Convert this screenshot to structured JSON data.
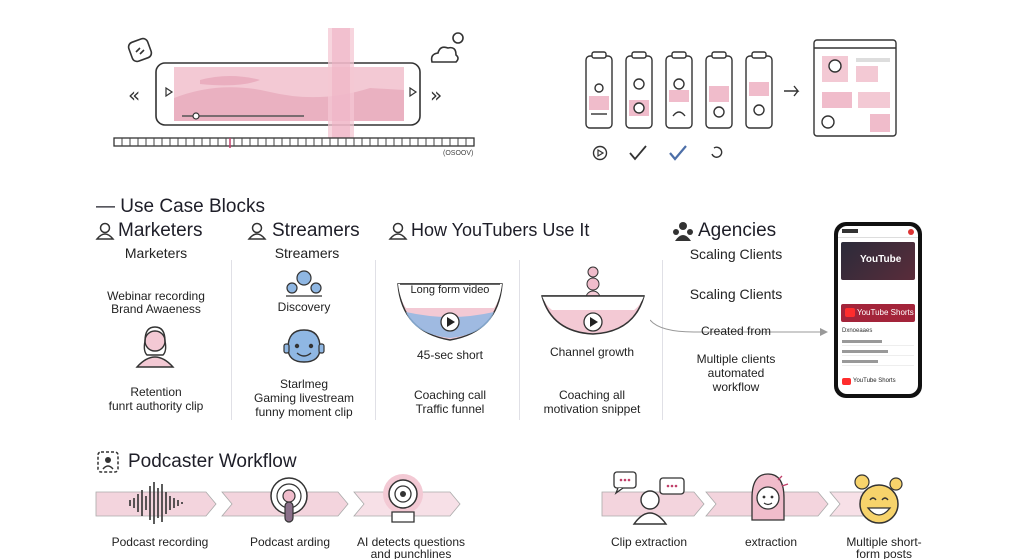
{
  "timeline": {
    "timecode": "(OSOOV)"
  },
  "section": {
    "title": "— Use Case Blocks"
  },
  "columns": {
    "marketers": {
      "header": "Marketers",
      "subheader": "Marketers",
      "item1": "Webinar recording",
      "item2": "Brand Awaeness",
      "item3": "Retention",
      "item4": "funrt authority clip"
    },
    "streamers": {
      "header": "Streamers",
      "subheader": "Streamers",
      "item1": "Discovery",
      "item2": "Starlmeg",
      "item3": "Gaming livestream",
      "item4": "funny moment clip"
    },
    "youtubers": {
      "header": "How YouTubers Use It",
      "bowl1": "Long form video",
      "item1": "45-sec short",
      "item2": "Channel growth",
      "item3": "Coaching call",
      "item4": "Traffic funnel",
      "item5": "Coaching all",
      "item6": "motivation snippet"
    },
    "agencies": {
      "header": "Agencies",
      "item1": "Scaling Clients",
      "item2": "Scaling Clients",
      "item3": "Created from",
      "item4": "Multiple clients",
      "item5": "automated",
      "item6": "workflow"
    }
  },
  "phone": {
    "brand": "YouTube",
    "shorts": "YouTube Shorts",
    "shorts2": "YouTube Shorts",
    "list_title": "Dxnoeaaes"
  },
  "podcast": {
    "title": "Podcaster Workflow",
    "step1": "Podcast recording",
    "step2": "Podcast arding",
    "step3a": "AI detects questions",
    "step3b": "and punchlines",
    "step4": "Clip extraction",
    "step5": "extraction",
    "step6a": "Multiple short-",
    "step6b": "form posts"
  },
  "colors": {
    "accent": "#e8b4c3",
    "accent_dark": "#c97e95",
    "ink": "#1e1e28",
    "blue": "#8fb7e3"
  }
}
